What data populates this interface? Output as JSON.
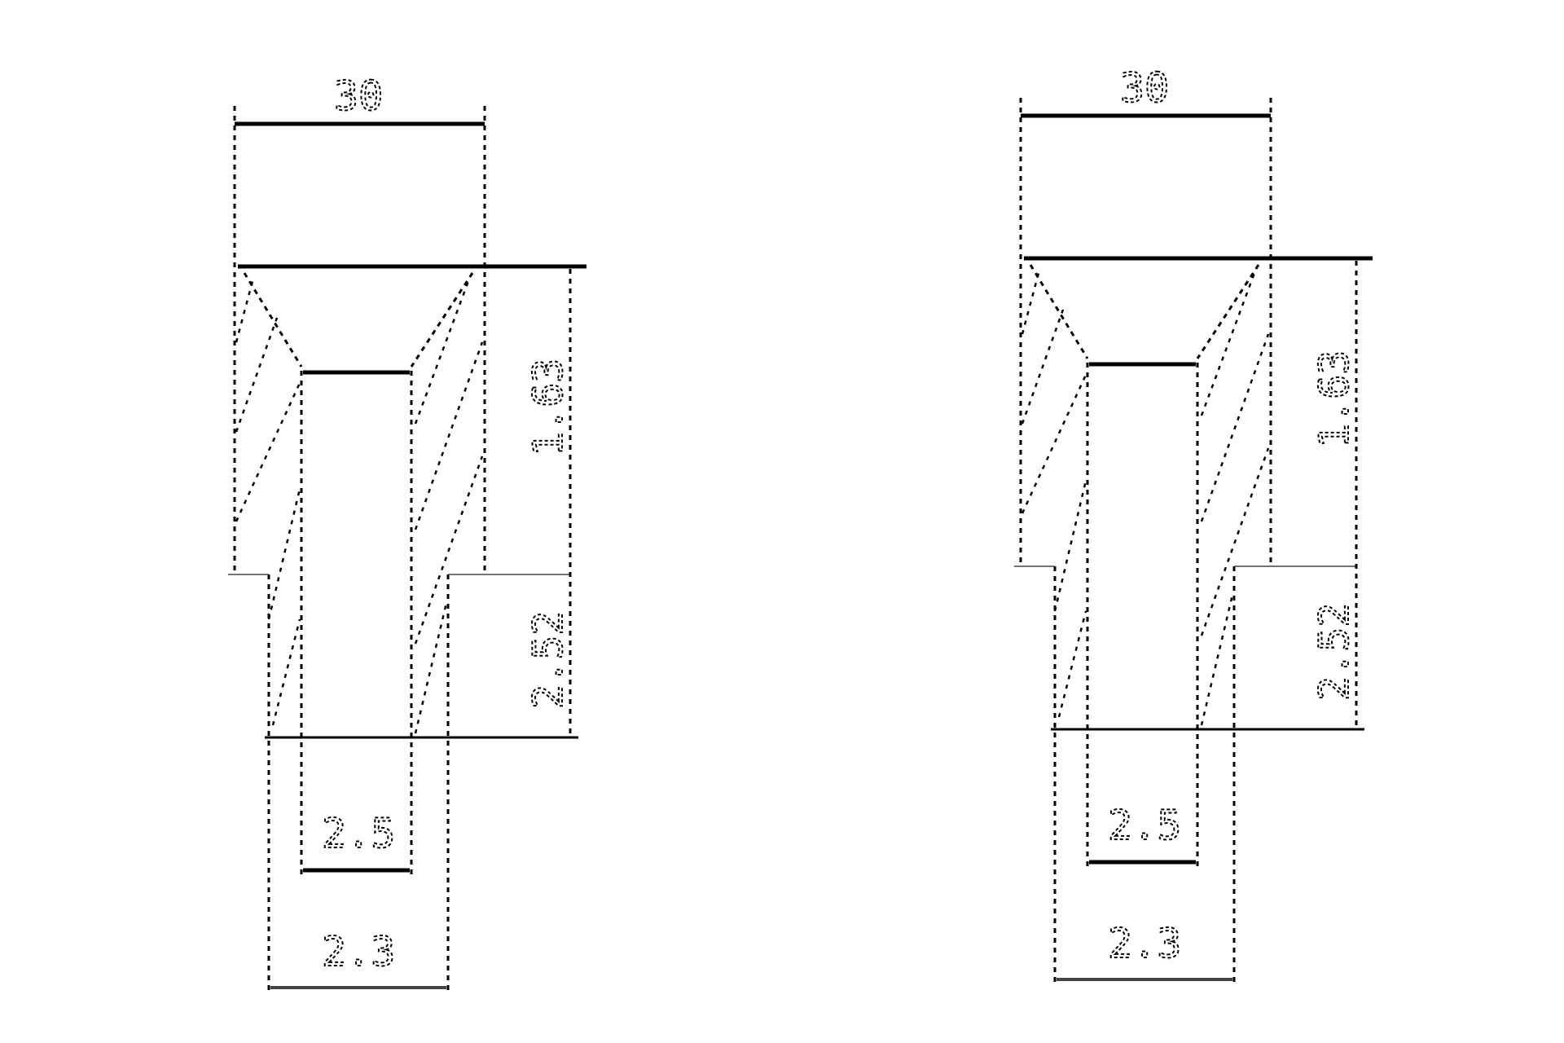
{
  "drawings": [
    {
      "name": "left-section",
      "labels": {
        "top_width": "30",
        "upper_height": "1.63",
        "lower_height": "2.52",
        "bore_diameter": "2.5",
        "shank_diameter": "2.3"
      }
    },
    {
      "name": "right-section",
      "labels": {
        "top_width": "30",
        "upper_height": "1.63",
        "lower_height": "2.52",
        "bore_diameter": "2.5",
        "shank_diameter": "2.3"
      }
    }
  ]
}
